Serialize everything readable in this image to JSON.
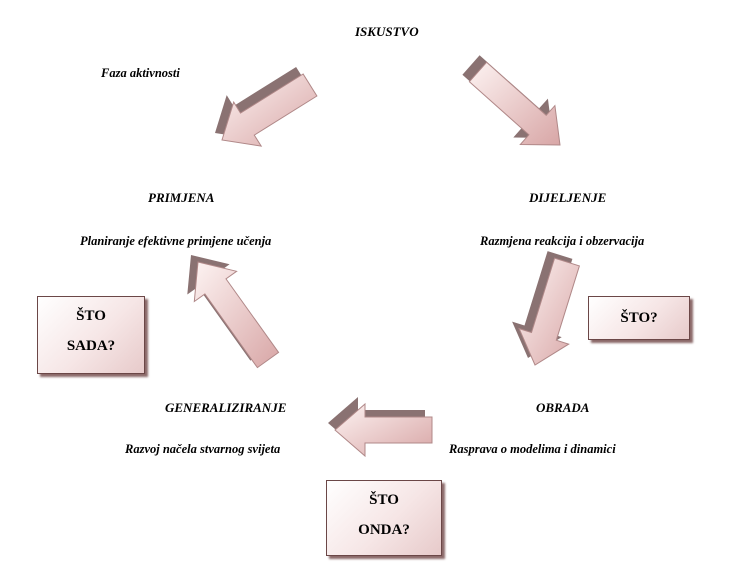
{
  "stages": {
    "iskustvo": "ISKUSTVO",
    "faza": "Faza aktivnosti",
    "dijeljenje": "DIJELJENJE",
    "dijeljenje_desc": "Razmjena reakcija i obzervacija",
    "obrada": "OBRADA",
    "obrada_desc": "Rasprava o modelima i dinamici",
    "generaliziranje": "GENERALIZIRANJE",
    "generaliziranje_desc": "Razvoj načela stvarnog svijeta",
    "primjena": "PRIMJENA",
    "primjena_desc": "Planiranje efektivne primjene učenja"
  },
  "boxes": {
    "sto": "ŠTO?",
    "sto_sada_1": "ŠTO",
    "sto_sada_2": "SADA?",
    "sto_onda_1": "ŠTO",
    "sto_onda_2": "ONDA?"
  },
  "colors": {
    "arrow_fill_light": "#fbefee",
    "arrow_fill_dark": "#d9a8a8",
    "arrow_shadow": "#8a7272",
    "arrow_stroke": "#b08888"
  }
}
